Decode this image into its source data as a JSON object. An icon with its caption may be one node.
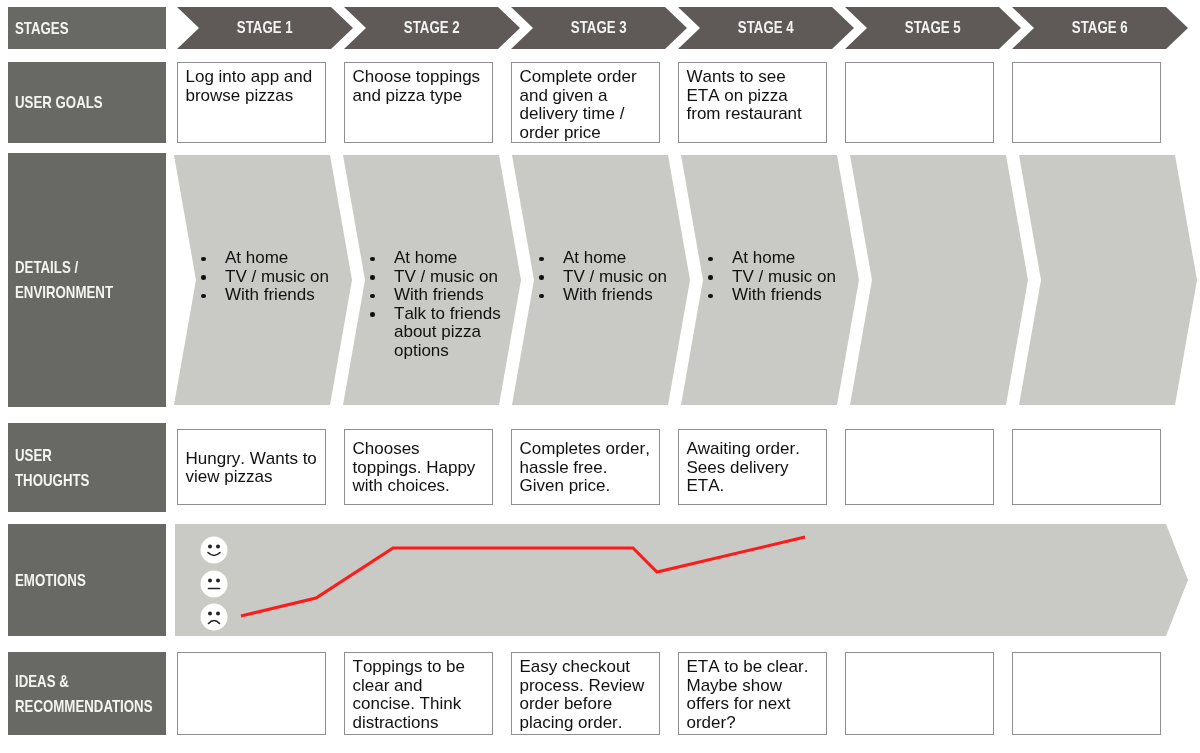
{
  "diagram": {
    "nodes": [
      {
        "text": [
          "STAGES"
        ]
      },
      {
        "text": [
          "STAGE 1"
        ]
      },
      {
        "text": [
          "STAGE 2"
        ]
      },
      {
        "text": [
          "STAGE 3"
        ]
      },
      {
        "text": [
          "STAGE 4"
        ]
      },
      {
        "text": [
          "STAGE 5"
        ]
      },
      {
        "text": [
          "STAGE 6"
        ]
      },
      {
        "text": [
          "USER GOALS"
        ]
      },
      {
        "text": [
          "Log into app and browse pizzas"
        ]
      },
      {
        "text": [
          "Choose toppings and pizza type"
        ]
      },
      {
        "text": [
          "Complete order and given a delivery time / order price"
        ]
      },
      {
        "text": [
          "Wants to see ETA on pizza from restaurant"
        ]
      },
      {
        "text": [],
        "shape": "box"
      },
      {
        "text": [],
        "shape": "box"
      },
      {
        "text": [
          "DETAILS / ENVIRONMENT"
        ]
      },
      {
        "text": [
          "At home",
          "TV / music on",
          "With friends"
        ]
      },
      {
        "text": [
          "At home",
          "TV / music on",
          "With friends",
          "Talk to friends about pizza options"
        ]
      },
      {
        "text": [
          "At home",
          "TV / music on",
          "With friends"
        ]
      },
      {
        "text": [
          "At home",
          "TV / music on",
          "With friends"
        ]
      },
      {
        "text": [],
        "shape": "chevron"
      },
      {
        "text": [],
        "shape": "chevron"
      },
      {
        "text": [
          "USER THOUGHTS"
        ]
      },
      {
        "text": [
          "Hungry. Wants to view pizzas"
        ]
      },
      {
        "text": [
          "Chooses toppings. Happy with choices."
        ]
      },
      {
        "text": [
          "Completes order, hassle free. Given price."
        ]
      },
      {
        "text": [
          "Awaiting order. Sees delivery ETA."
        ]
      },
      {
        "text": [],
        "shape": "box"
      },
      {
        "text": [],
        "shape": "box"
      },
      {
        "text": [
          "EMOTIONS"
        ]
      },
      {
        "text": [],
        "shape": "band"
      },
      {
        "text": [
          "IDEAS & RECOMMENDATIONS"
        ]
      },
      {
        "text": [],
        "shape": "box"
      },
      {
        "text": [
          "Toppings to be clear and concise. Think distractions"
        ]
      },
      {
        "text": [
          "Easy checkout process. Review order before placing order."
        ]
      },
      {
        "text": [
          "ETA to be clear. Maybe show offers for next order?"
        ]
      },
      {
        "text": [],
        "shape": "box"
      },
      {
        "text": [],
        "shape": "box"
      }
    ]
  }
}
